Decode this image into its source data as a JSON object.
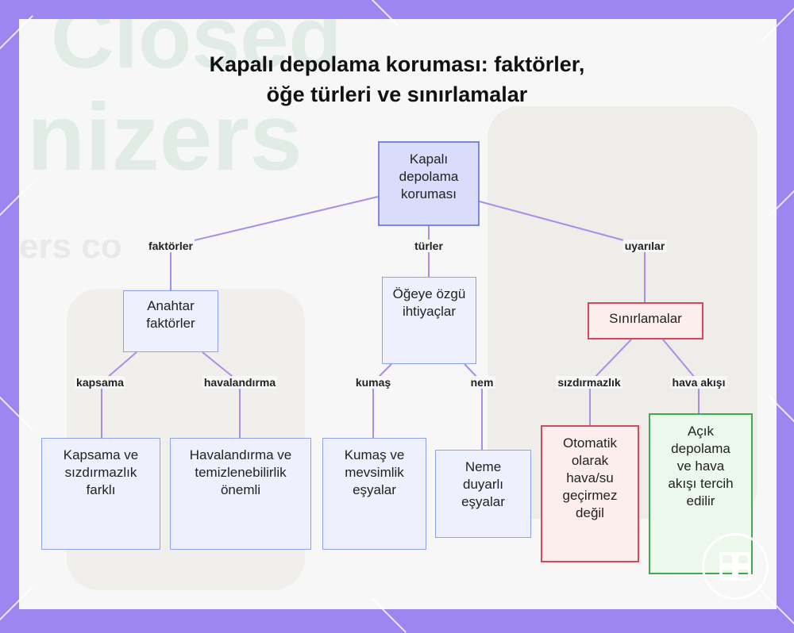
{
  "title": {
    "line1": "Kapalı depolama koruması: faktörler,",
    "line2": "öğe türleri ve sınırlamalar"
  },
  "nodes": {
    "root": "Kapalı depolama koruması",
    "key_factors": "Anahtar faktörler",
    "item_needs": "Öğeye özgü ihtiyaçlar",
    "limitations": "Sınırlamalar",
    "coverage": "Kapsama ve sızdırmazlık farklı",
    "ventilation": "Havalandırma ve temizlenebilirlik önemli",
    "fabric": "Kumaş ve mevsimlik eşyalar",
    "moisture": "Neme duyarlı eşyalar",
    "not_airtight": "Otomatik olarak hava/su geçirmez değil",
    "open_storage": "Açık depolama ve hava akışı tercih edilir"
  },
  "edges": {
    "factors": "faktörler",
    "types": "türler",
    "warnings": "uyarılar",
    "coverage": "kapsama",
    "ventilation": "havalandırma",
    "fabric": "kumaş",
    "moisture": "nem",
    "sealing": "sızdırmazlık",
    "airflow": "hava akışı"
  },
  "colors": {
    "frame": "#9d86f0",
    "edge": "#a98de8",
    "root_fill": "#d9dcfa",
    "node_fill": "#eef0fd",
    "warning_border": "#d9485a",
    "preferred_border": "#3eaa4e"
  }
}
